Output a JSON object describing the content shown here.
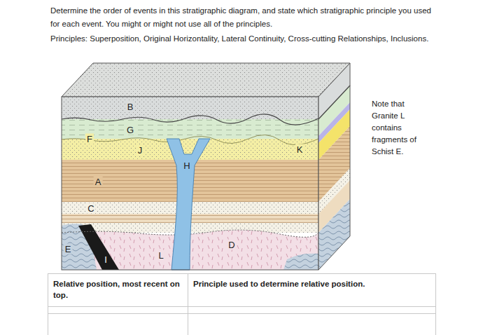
{
  "diagram": {
    "labels": [
      "Determine the order of events in this stratigraphic diagram, and state which stratigraphic principle you used for each event. You might or might not use all of the principles.",
      "Principles: Superposition, Original Horizontality, Lateral Continuity, Cross-cutting Relationships, Inclusions.",
      "B",
      "G",
      "F",
      "J",
      "H",
      "K",
      "A",
      "C",
      "E",
      "I",
      "D",
      "L",
      "Note that Granite L contains fragments of Schist E.",
      "Relative position, most recent on top.",
      "Principle used to determine relative position."
    ]
  }
}
